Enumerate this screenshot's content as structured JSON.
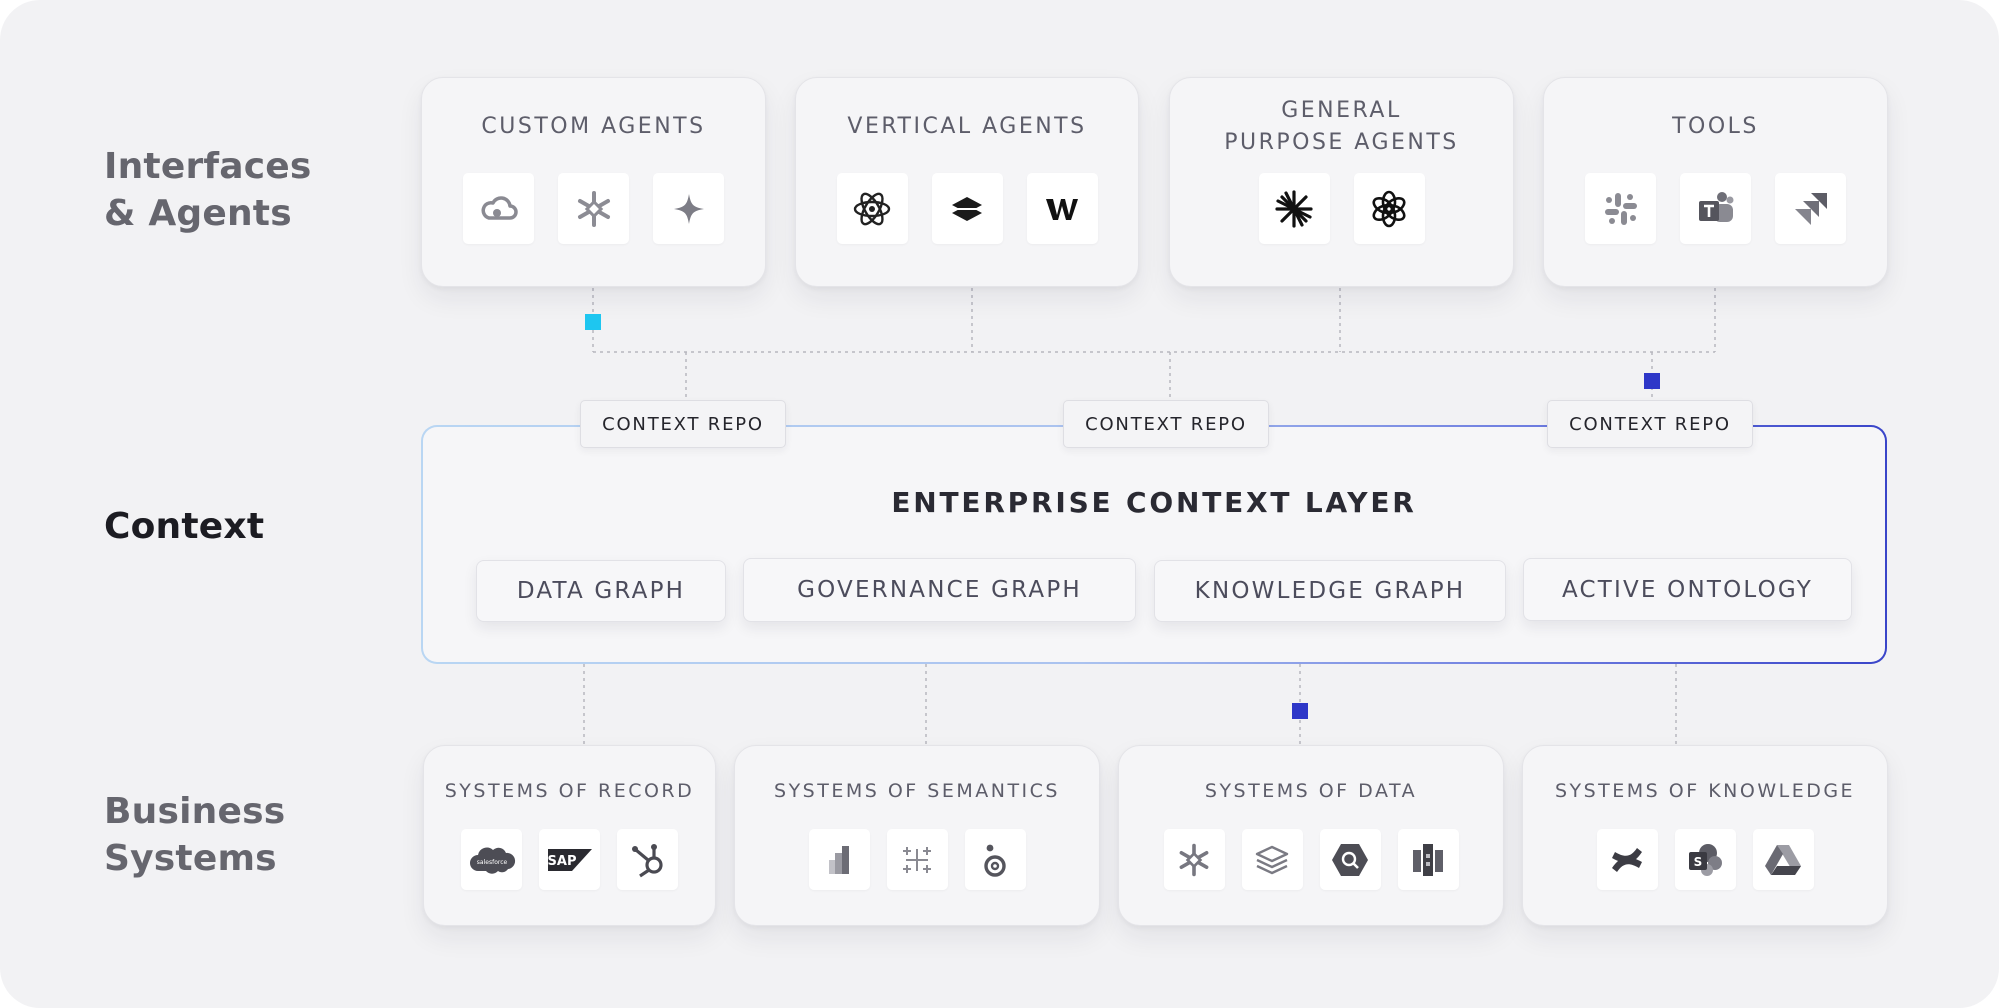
{
  "layers": {
    "interfaces": "Interfaces\n& Agents",
    "context": "Context",
    "business": "Business\nSystems"
  },
  "top_cards": [
    {
      "title": "CUSTOM AGENTS",
      "icons": [
        "cloud-icon",
        "snowflake-icon",
        "sparkle-icon"
      ]
    },
    {
      "title": "VERTICAL AGENTS",
      "icons": [
        "atom-icon",
        "stack-logo-icon",
        "w-logo-icon"
      ]
    },
    {
      "title": "GENERAL\nPURPOSE AGENTS",
      "icons": [
        "starburst-icon",
        "openai-icon"
      ]
    },
    {
      "title": "TOOLS",
      "icons": [
        "slack-icon",
        "teams-icon",
        "jira-icon"
      ]
    }
  ],
  "context_repos": [
    "CONTEXT REPO",
    "CONTEXT REPO",
    "CONTEXT REPO"
  ],
  "context_layer": {
    "title": "ENTERPRISE CONTEXT LAYER",
    "graphs": [
      "DATA GRAPH",
      "GOVERNANCE GRAPH",
      "KNOWLEDGE GRAPH",
      "ACTIVE ONTOLOGY"
    ]
  },
  "bottom_cards": [
    {
      "title": "SYSTEMS OF RECORD",
      "icons": [
        "salesforce-icon",
        "sap-icon",
        "hubspot-icon"
      ]
    },
    {
      "title": "SYSTEMS OF SEMANTICS",
      "icons": [
        "bar-chart-icon",
        "tableau-icon",
        "looker-icon"
      ]
    },
    {
      "title": "SYSTEMS OF DATA",
      "icons": [
        "snowflake-icon",
        "layers-icon",
        "bigquery-icon",
        "redshift-icon"
      ]
    },
    {
      "title": "SYSTEMS OF KNOWLEDGE",
      "icons": [
        "confluence-icon",
        "sharepoint-icon",
        "google-drive-icon"
      ]
    }
  ],
  "colors": {
    "marker_cyan": "#1ec6f0",
    "marker_blue": "#2e37c8",
    "border_start": "#b9d6f3",
    "border_end": "#3a45c9"
  }
}
